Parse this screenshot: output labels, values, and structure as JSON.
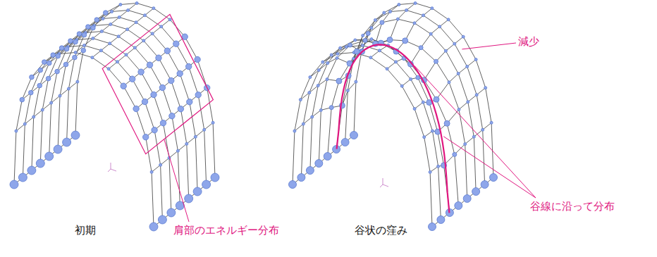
{
  "diagram": {
    "labels": [
      "減少",
      "肩部のエネルギー分布",
      "谷線に沿って分布",
      "初期",
      "谷状の窪み"
    ]
  }
}
